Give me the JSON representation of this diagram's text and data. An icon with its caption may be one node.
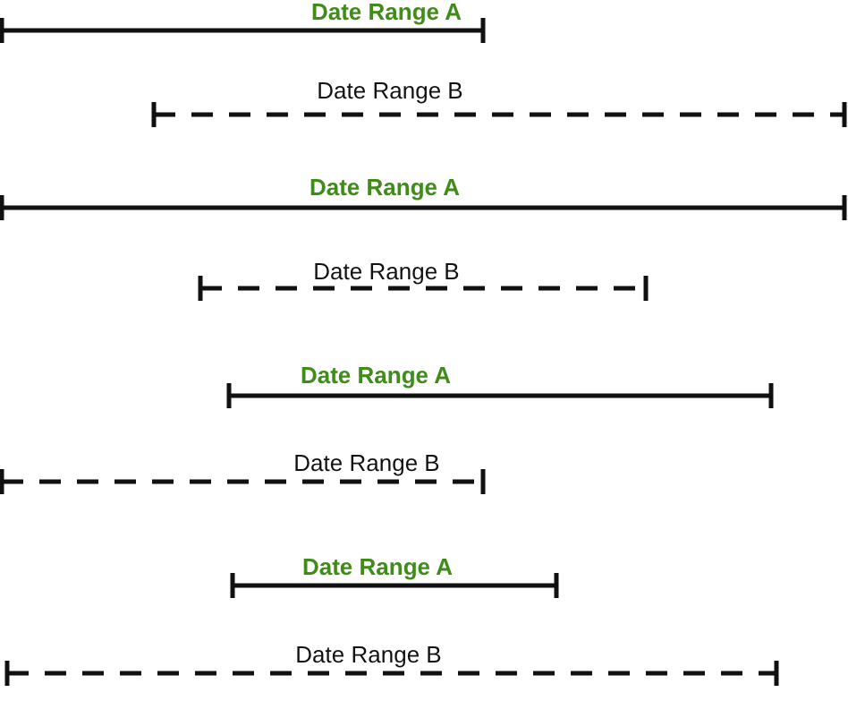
{
  "diagram": {
    "labels": [
      "Date Range A",
      "Date Range B",
      "Date Range A",
      "Date Range B",
      "Date Range A",
      "Date Range B",
      "Date Range A",
      "Date Range B"
    ]
  }
}
